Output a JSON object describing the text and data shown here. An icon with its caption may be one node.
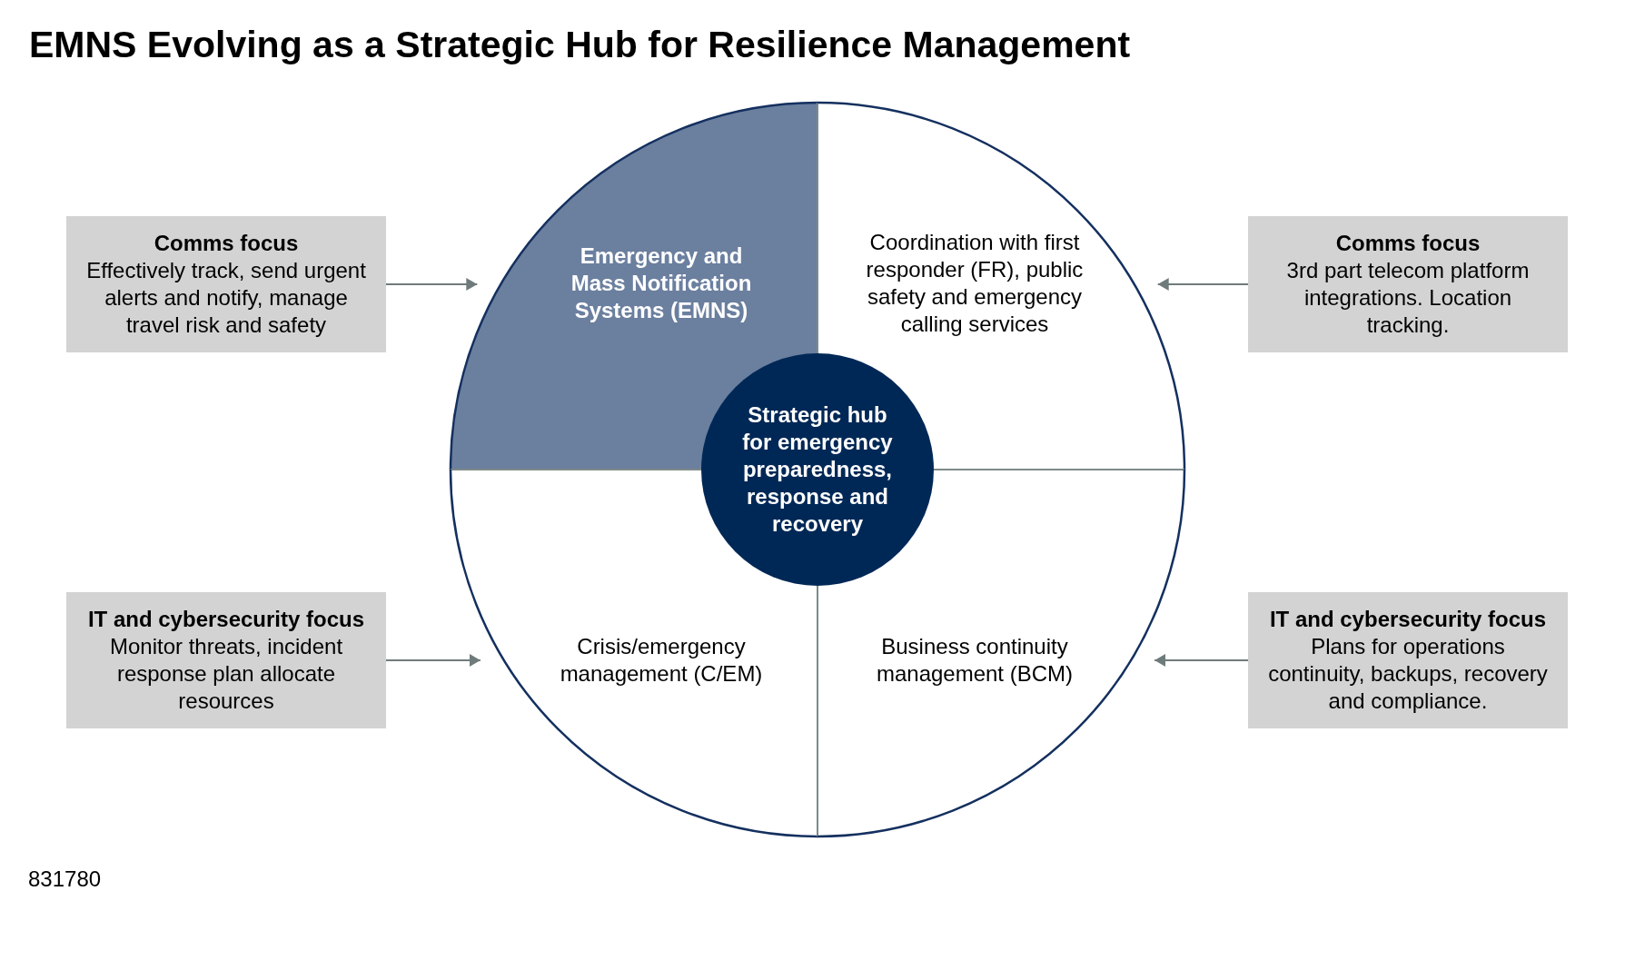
{
  "diagram": {
    "title": "EMNS Evolving as a Strategic Hub for Resilience Management",
    "nodes": [
      {
        "text": [
          "Comms focus",
          "Effectively track, send urgent alerts and notify, manage travel risk and safety"
        ]
      },
      {
        "text": [
          "Emergency and Mass Notification Systems (EMNS)"
        ]
      },
      {
        "text": [
          "Coordination with first responder (FR), public safety and emergency calling services"
        ]
      },
      {
        "text": [
          "Comms focus",
          "3rd part telecom platform integrations. Location tracking."
        ]
      },
      {
        "text": [
          "Strategic hub for emergency preparedness, response and recovery"
        ]
      },
      {
        "text": [
          "IT and cybersecurity focus",
          "Monitor threats, incident response plan allocate resources"
        ]
      },
      {
        "text": [
          "Crisis/emergency management (C/EM)"
        ]
      },
      {
        "text": [
          "Business continuity management (BCM)"
        ]
      },
      {
        "text": [
          "IT and cybersecurity focus",
          "Plans for operations continuity, backups, recovery and compliance."
        ]
      }
    ],
    "edges": [
      {
        "from": 0,
        "to": 1,
        "arrow": "to"
      },
      {
        "from": 3,
        "to": 2,
        "arrow": "to"
      },
      {
        "from": 5,
        "to": 6,
        "arrow": "to"
      },
      {
        "from": 8,
        "to": 7,
        "arrow": "to"
      }
    ],
    "labels": [
      "831780"
    ]
  }
}
